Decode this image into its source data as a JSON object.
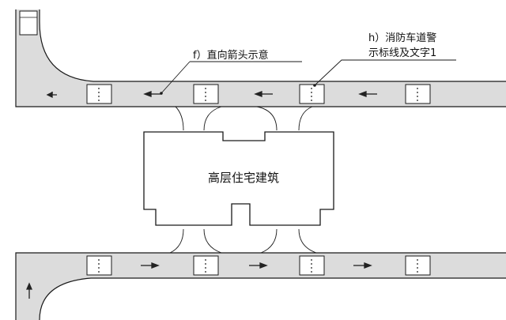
{
  "colors": {
    "road": "#dcdcdc",
    "outline": "#1a1a1a",
    "marking": "#ffffff",
    "arrow": "#222222",
    "background": "#ffffff"
  },
  "labels": {
    "building": "高层住宅建筑",
    "annotation_f": "f）直向箭头示意",
    "annotation_h_line1": "h）消防车道警",
    "annotation_h_line2": "示标线及文字1"
  },
  "icons": {
    "straight_arrow": "straight-arrow-icon",
    "turn_arrow": "turn-arrow-icon",
    "warning_marking": "warning-marking-icon"
  }
}
